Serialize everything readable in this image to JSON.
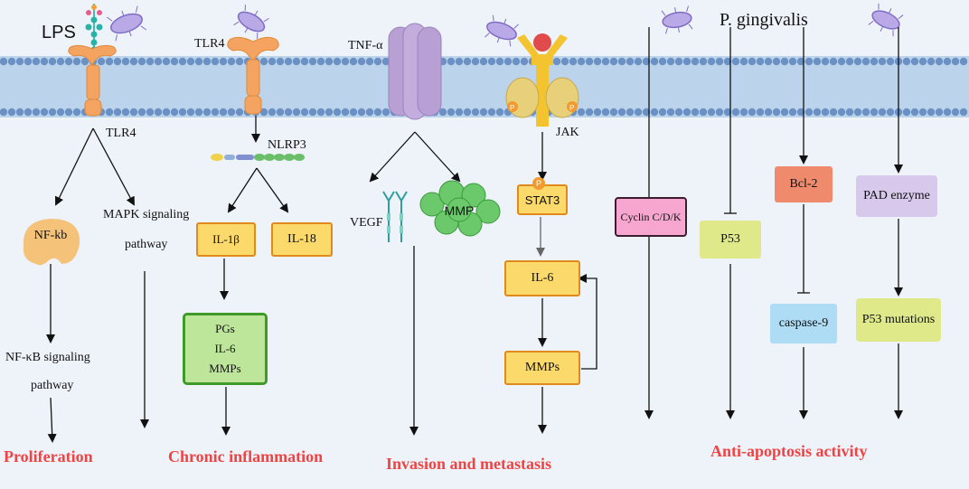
{
  "labels": {
    "lps": "LPS",
    "tlr4_left": "TLR4",
    "tlr4_mid": "TLR4",
    "tnf": "TNF-α",
    "jak": "JAK",
    "nlrp3": "NLRP3",
    "pging": "P. gingivalis",
    "vegf": "VEGF",
    "mapk_1": "MAPK signaling",
    "mapk_2": "pathway",
    "nfkb_sig_1": "NF-κB signaling",
    "nfkb_sig_2": "pathway",
    "phos_p": "P"
  },
  "boxes": {
    "nfkb": "NF-kb",
    "il1b": "IL-1β",
    "il18": "IL-18",
    "pgs_1": "PGs",
    "pgs_2": "IL-6",
    "pgs_3": "MMPs",
    "mmp": "MMP",
    "stat3": "STAT3",
    "il6": "IL-6",
    "mmps": "MMPs",
    "cyclin": "Cyclin C/D/K",
    "p53": "P53",
    "bcl2": "Bcl-2",
    "caspase9": "caspase-9",
    "pad": "PAD enzyme",
    "p53mut": "P53 mutations"
  },
  "outcomes": {
    "proliferation": "Proliferation",
    "chronic": "Chronic  inflammation",
    "invasion": "Invasion and metastasis",
    "antiapop": "Anti-apoptosis activity"
  },
  "colors": {
    "background": "#eef3fa",
    "membrane_band": "#bcd3ec",
    "lipid_head": "#6a90c4",
    "outcome_red": "#ef4444",
    "yellow_box": "#fbd96a",
    "yellow_border": "#e08a1e",
    "green_box": "#bde69a",
    "green_border": "#3f9a2a",
    "pink_box": "#f7a6cf",
    "salmon_box": "#ef8a6c",
    "lavender_box": "#d7c9ec",
    "light_blue_box": "#aedcf5",
    "lime_box": "#dfe98a"
  }
}
